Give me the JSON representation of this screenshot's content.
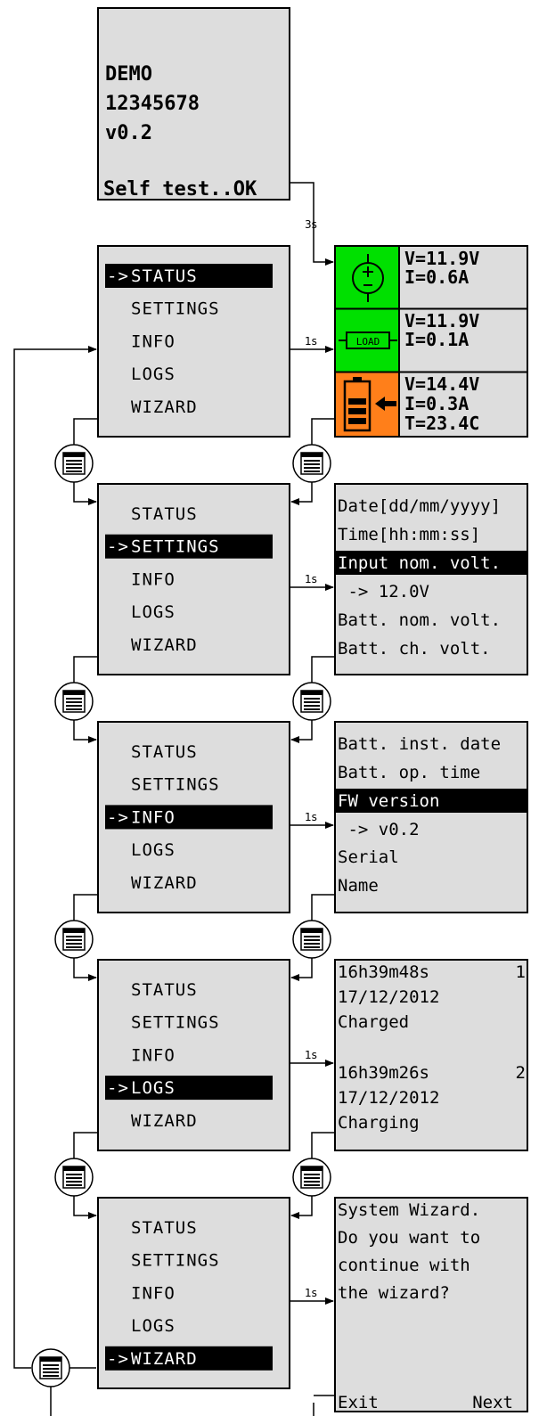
{
  "splash": {
    "lines": [
      "DEMO",
      "12345678",
      "v0.2"
    ],
    "self_test": "Self test..OK"
  },
  "transitions": {
    "boot": "3s",
    "menu": "1s"
  },
  "menu_items": [
    "STATUS",
    "SETTINGS",
    "INFO",
    "LOGS",
    "WIZARD"
  ],
  "arrow": "->",
  "status": {
    "input": {
      "lines": [
        "V=11.9V",
        "I=0.6A"
      ],
      "color": "#00e000"
    },
    "load": {
      "lines": [
        "V=11.9V",
        "I=0.1A"
      ],
      "icon_text": "LOAD",
      "color": "#00e000"
    },
    "battery": {
      "lines": [
        "V=14.4V",
        "I=0.3A",
        "T=23.4C"
      ],
      "color": "#ff7f1a"
    }
  },
  "settings_panel": [
    "Date[dd/mm/yyyy]",
    "Time[hh:mm:ss]",
    "Input nom. volt.",
    " -> 12.0V",
    "Batt. nom. volt.",
    "Batt. ch. volt."
  ],
  "info_panel": [
    "Batt. inst. date",
    "Batt. op. time",
    "FW version",
    " -> v0.2",
    "Serial",
    "Name"
  ],
  "logs_panel": {
    "entries": [
      {
        "time": "16h39m48s",
        "index": "1",
        "date": "17/12/2012",
        "state": "Charged"
      },
      {
        "time": "16h39m26s",
        "index": "2",
        "date": "17/12/2012",
        "state": "Charging"
      }
    ]
  },
  "wizard_panel": {
    "lines": [
      "System Wizard.",
      "Do you want to",
      "continue with",
      "the wizard?"
    ],
    "exit": "Exit",
    "next": "Next"
  }
}
